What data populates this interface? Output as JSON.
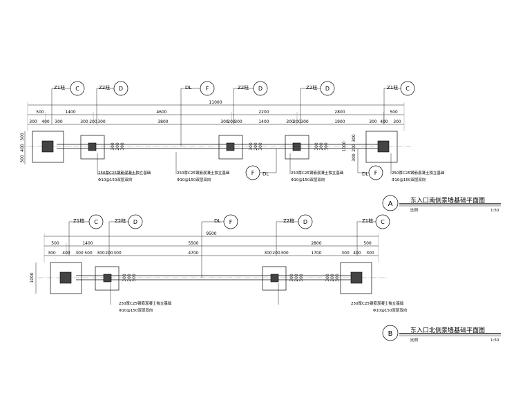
{
  "plans": [
    {
      "id": "A",
      "title": "东入口南侧景墙基础平面图",
      "scale_label": "比例",
      "scale_value": "1:50",
      "column_tags": [
        {
          "label": "Z1柱",
          "axis": "C"
        },
        {
          "label": "Z2柱",
          "axis": "D"
        },
        {
          "label": "DL",
          "axis": "F"
        },
        {
          "label": "Z2柱",
          "axis": "D"
        },
        {
          "label": "Z2柱",
          "axis": "D"
        },
        {
          "label": "Z1柱",
          "axis": "C"
        }
      ],
      "dim_total": "11000",
      "dim_row1": [
        "500",
        "1400",
        "4600",
        "2200",
        "2800",
        "500"
      ],
      "dim_row2": [
        "300",
        "400",
        "300",
        "300",
        "200",
        "300",
        "3800",
        "300",
        "200",
        "300",
        "1400",
        "300",
        "200",
        "300",
        "1900",
        "300",
        "400",
        "300"
      ],
      "side_dims": [
        "300",
        "400",
        "300"
      ],
      "pad_dims": [
        "300",
        "200",
        "300"
      ],
      "right_dims": [
        "1000",
        "300",
        "200",
        "300"
      ],
      "notes": [
        {
          "line1": "250厚C25钢筋混凝土独立基础",
          "line2": "Φ10@150双层双向"
        },
        {
          "line1": "250厚C25钢筋混凝土独立基础",
          "line2": "Φ10@150双层双向"
        },
        {
          "line1": "250厚C25钢筋混凝土独立基础",
          "line2": "Φ10@150双层双向"
        },
        {
          "line1": "250厚C25钢筋混凝土独立基础",
          "line2": "Φ10@150双层双向"
        }
      ],
      "beam_tags": [
        {
          "label": "DL",
          "axis": "F"
        },
        {
          "label": "DL",
          "axis": "F"
        }
      ]
    },
    {
      "id": "B",
      "title": "东入口北侧景墙基础平面图",
      "scale_label": "比例",
      "scale_value": "1:50",
      "column_tags": [
        {
          "label": "Z1柱",
          "axis": "C"
        },
        {
          "label": "Z2柱",
          "axis": "D"
        },
        {
          "label": "DL",
          "axis": "F"
        },
        {
          "label": "Z2柱",
          "axis": "D"
        },
        {
          "label": "Z1柱",
          "axis": "C"
        }
      ],
      "dim_total": "9500",
      "dim_row1": [
        "500",
        "1400",
        "5500",
        "2800",
        "500"
      ],
      "dim_row2": [
        "300",
        "400",
        "300",
        "500",
        "300",
        "200",
        "300",
        "4700",
        "300",
        "200",
        "300",
        "1700",
        "300",
        "400",
        "300"
      ],
      "side_dims": [
        "1000"
      ],
      "pad_dims": [
        "300",
        "200",
        "300"
      ],
      "right_dims": [
        "300",
        "200",
        "300"
      ],
      "notes": [
        {
          "line1": "250厚C25钢筋混凝土独立基础",
          "line2": "Φ10@150双层双向"
        },
        {
          "line1": "250厚C25钢筋混凝土独立基础",
          "line2": "Φ10@150双层双向"
        }
      ]
    }
  ]
}
